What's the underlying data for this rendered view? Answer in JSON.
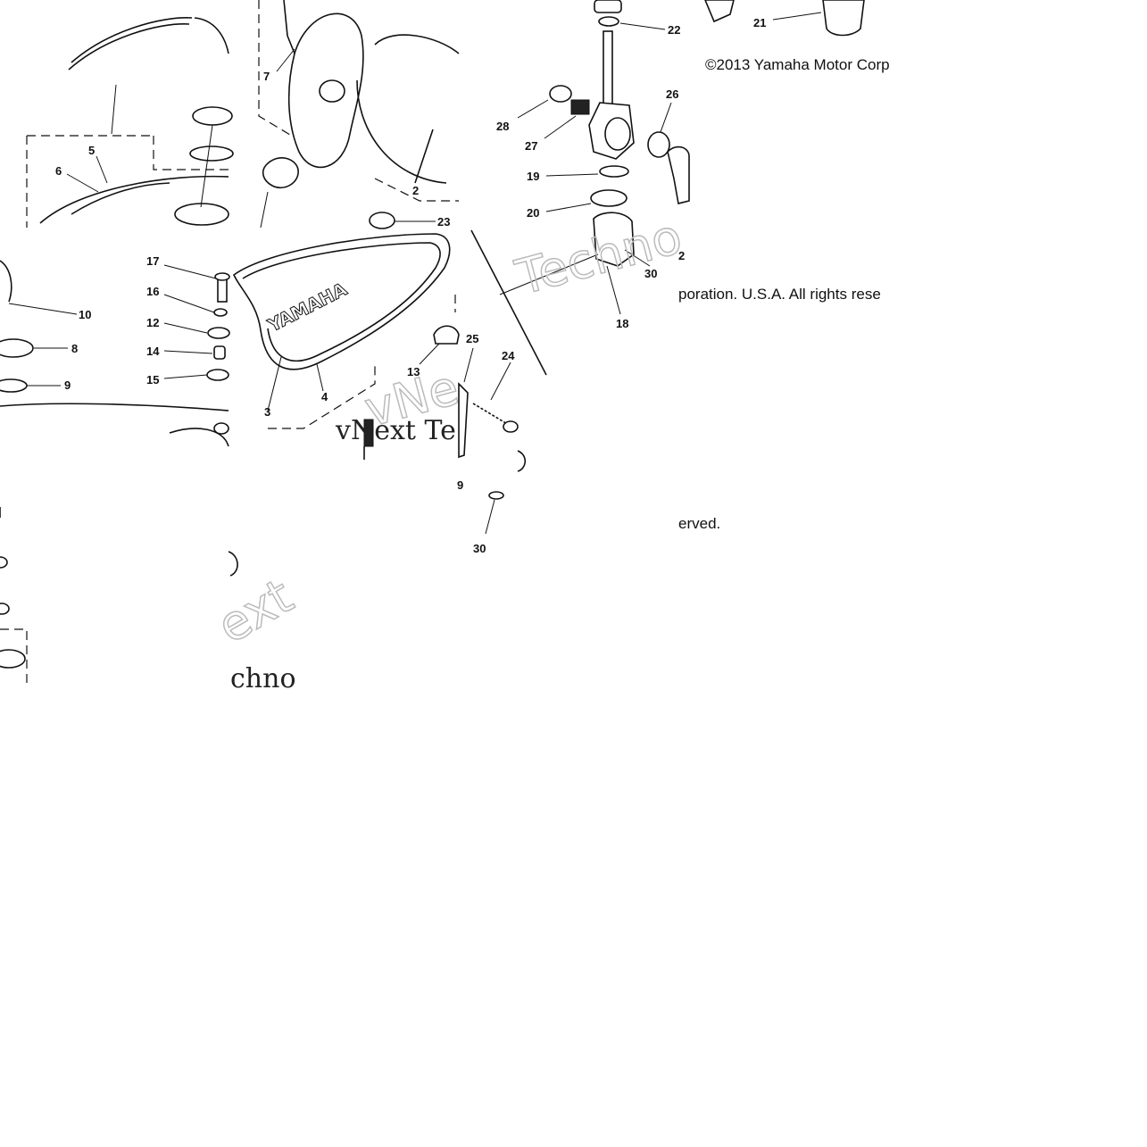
{
  "callouts": {
    "c2": "2",
    "c3": "3",
    "c4": "4",
    "c5": "5",
    "c6": "6",
    "c7": "7",
    "c8": "8",
    "c9": "9",
    "c10": "10",
    "c12": "12",
    "c13": "13",
    "c14": "14",
    "c15": "15",
    "c16": "16",
    "c17": "17",
    "c18": "18",
    "c19": "19",
    "c20": "20",
    "c21": "21",
    "c22": "22",
    "c23": "23",
    "c24": "24",
    "c25": "25",
    "c26": "26",
    "c27": "27",
    "c28": "28",
    "c30a": "30",
    "c30b": "30",
    "c9b": "9"
  },
  "copyright": {
    "line1": "©2013 Yamaha Motor Corp",
    "line2": "poration. U.S.A. All rights rese",
    "line3": "erved."
  },
  "decal": {
    "brand": "YAMAHA"
  },
  "watermarks": {
    "w1": "Techno",
    "w2": "vNext Te",
    "w3": "vNe",
    "w4": "ext",
    "w5": "chno"
  },
  "colors": {
    "ink": "#111111",
    "paper": "#ffffff",
    "watermark": "#bbbbbb"
  }
}
